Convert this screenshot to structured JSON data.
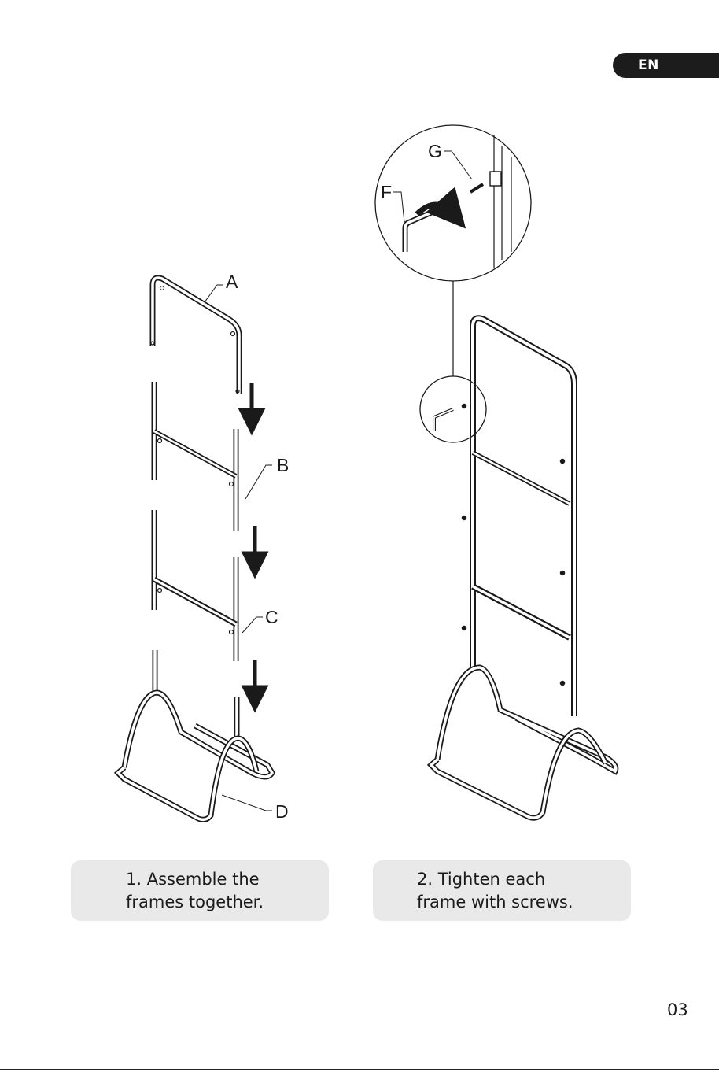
{
  "header": {
    "language": "EN"
  },
  "step1": {
    "caption_line1": "1. Assemble the",
    "caption_line2": "frames together.",
    "part_labels": [
      "A",
      "B",
      "C",
      "D"
    ]
  },
  "step2": {
    "caption_line1": "2. Tighten each",
    "caption_line2": "frame with screws.",
    "detail_labels": [
      "G",
      "F"
    ]
  },
  "footer": {
    "page_number": "03"
  }
}
